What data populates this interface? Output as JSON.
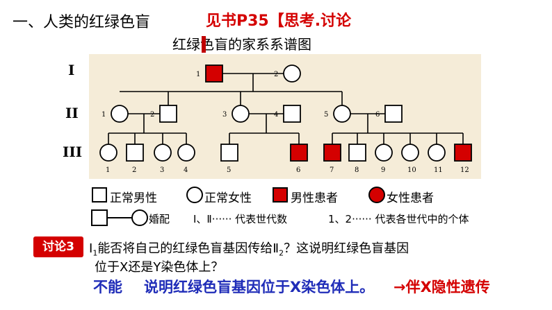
{
  "slide": {
    "heading": "一、人类的红绿色盲",
    "reference": "见书P35【思考.讨论",
    "pedigree_title": "红绿色盲的家系系谱图"
  },
  "pedigree": {
    "generations": [
      "I",
      "II",
      "III"
    ],
    "gen1": [
      {
        "num": "1",
        "sex": "male",
        "affected": true
      },
      {
        "num": "2",
        "sex": "female",
        "affected": false
      }
    ],
    "gen2": [
      {
        "num": "1",
        "sex": "female",
        "affected": false
      },
      {
        "num": "2",
        "sex": "male",
        "affected": false
      },
      {
        "num": "3",
        "sex": "female",
        "affected": false
      },
      {
        "num": "4",
        "sex": "male",
        "affected": false
      },
      {
        "num": "5",
        "sex": "female",
        "affected": false
      },
      {
        "num": "6",
        "sex": "male",
        "affected": false
      }
    ],
    "gen3": [
      {
        "num": "1",
        "sex": "female",
        "affected": false
      },
      {
        "num": "2",
        "sex": "male",
        "affected": false
      },
      {
        "num": "3",
        "sex": "female",
        "affected": false
      },
      {
        "num": "4",
        "sex": "female",
        "affected": false
      },
      {
        "num": "5",
        "sex": "male",
        "affected": false
      },
      {
        "num": "6",
        "sex": "male",
        "affected": true
      },
      {
        "num": "7",
        "sex": "male",
        "affected": true
      },
      {
        "num": "8",
        "sex": "male",
        "affected": false
      },
      {
        "num": "9",
        "sex": "female",
        "affected": false
      },
      {
        "num": "10",
        "sex": "female",
        "affected": false
      },
      {
        "num": "11",
        "sex": "female",
        "affected": false
      },
      {
        "num": "12",
        "sex": "male",
        "affected": true
      }
    ],
    "affected_color": "#d40000"
  },
  "legend": {
    "normal_male": "正常男性",
    "normal_female": "正常女性",
    "affected_male": "男性患者",
    "affected_female": "女性患者",
    "marriage": "婚配",
    "generation_note": "Ⅰ、Ⅱ······  代表世代数",
    "individual_note": "1、2······  代表各世代中的个体"
  },
  "discussion": {
    "badge": "讨论3",
    "q_i": "Ⅰ",
    "q_sub1": "1",
    "q_part1": "能否将自己的红绿色盲基因传给Ⅱ",
    "q_sub2": "2",
    "q_part2": "？这说明红绿色盲基因",
    "q_line2": "位于X还是Y染色体上？",
    "answer_no": "不能",
    "answer_explanation": "说明红绿色盲基因位于X染色体上。",
    "answer_conclusion": "→伴X隐性遗传"
  }
}
